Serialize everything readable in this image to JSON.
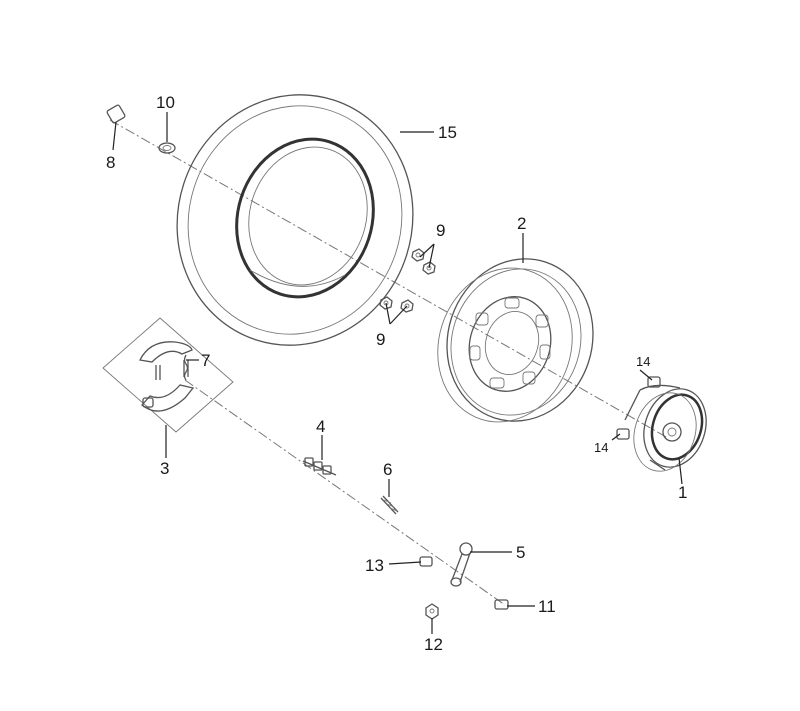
{
  "callouts": {
    "c1": "1",
    "c2": "2",
    "c3": "3",
    "c4": "4",
    "c5": "5",
    "c6": "6",
    "c7": "7",
    "c8": "8",
    "c9a": "9",
    "c9b": "9",
    "c10": "10",
    "c11": "11",
    "c12": "12",
    "c13": "13",
    "c14a": "14",
    "c14b": "14",
    "c15": "15"
  }
}
